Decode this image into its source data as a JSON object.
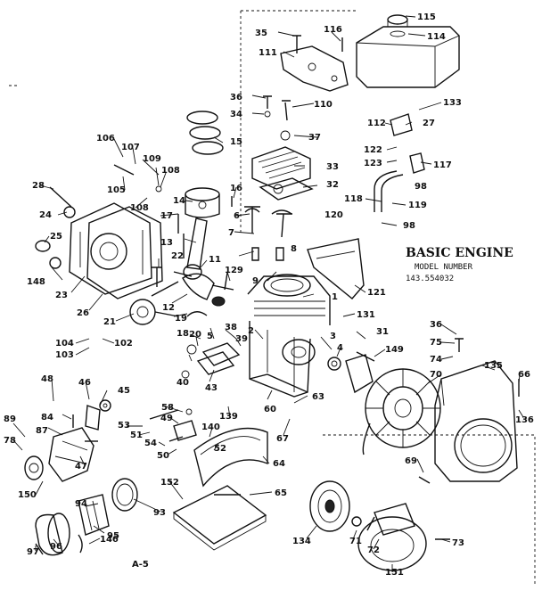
{
  "title": "BASIC ENGINE",
  "subtitle_label": "MODEL NUMBER",
  "model_number": "143.554032",
  "page_code": "A-5",
  "labels": [
    "115",
    "114",
    "35",
    "116",
    "111",
    "36",
    "110",
    "34",
    "133",
    "112",
    "27",
    "37",
    "122",
    "123",
    "117",
    "106",
    "107",
    "109",
    "105",
    "108",
    "33",
    "15",
    "98",
    "28",
    "108",
    "16",
    "32",
    "24",
    "14",
    "118",
    "119",
    "120",
    "6",
    "17",
    "98",
    "25",
    "7",
    "8",
    "13",
    "22",
    "11",
    "148",
    "129",
    "9",
    "121",
    "23",
    "26",
    "12",
    "21",
    "19",
    "1",
    "131",
    "18",
    "36",
    "75",
    "74",
    "70",
    "38",
    "39",
    "31",
    "104",
    "20",
    "5",
    "3",
    "2",
    "149",
    "103",
    "102",
    "4",
    "135",
    "66",
    "40",
    "43",
    "48",
    "60",
    "63",
    "46",
    "45",
    "58",
    "139",
    "84",
    "49",
    "53",
    "89",
    "136",
    "87",
    "140",
    "51",
    "78",
    "54",
    "52",
    "69",
    "50",
    "67",
    "47",
    "64",
    "152",
    "150",
    "65",
    "94",
    "93",
    "134",
    "71",
    "72",
    "95",
    "96",
    "97",
    "146",
    "73",
    "151"
  ]
}
